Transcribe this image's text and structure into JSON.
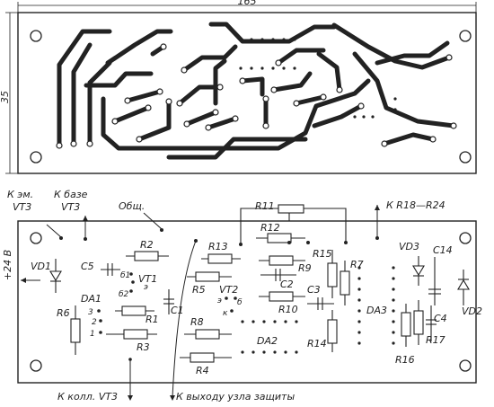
{
  "dimensions": {
    "width": "165",
    "height": "35"
  },
  "edge_labels": {
    "emitter": "К эм.",
    "emitter_vt": "VT3",
    "base": "К базе",
    "base_vt": "VT3",
    "common": "Общ.",
    "r18_r24": "К R18—R24",
    "plus24": "+24 В",
    "collector": "К колл. VT3",
    "output": "К выходу узла защиты"
  },
  "components": {
    "vd1": "VD1",
    "c5": "C5",
    "r2": "R2",
    "vt1": "VT1",
    "b1": "б1",
    "e": "э",
    "b2": "б2",
    "da1": "DA1",
    "pin3": "3",
    "pin2": "2",
    "pin1": "1",
    "r6": "R6",
    "r1": "R1",
    "r3": "R3",
    "c1": "C1",
    "r13": "R13",
    "r5": "R5",
    "vt2": "VT2",
    "e2": "э",
    "b3": "б",
    "k": "к",
    "r8": "R8",
    "r4": "R4",
    "da2": "DA2",
    "r11": "R11",
    "r12": "R12",
    "r9": "R9",
    "c2": "C2",
    "r10": "R10",
    "r15": "R15",
    "c3": "C3",
    "r14": "R14",
    "r7": "R7",
    "da3": "DA3",
    "vd3": "VD3",
    "c14": "C14",
    "c4": "C4",
    "r17": "R17",
    "r16": "R16",
    "vd2": "VD2"
  }
}
